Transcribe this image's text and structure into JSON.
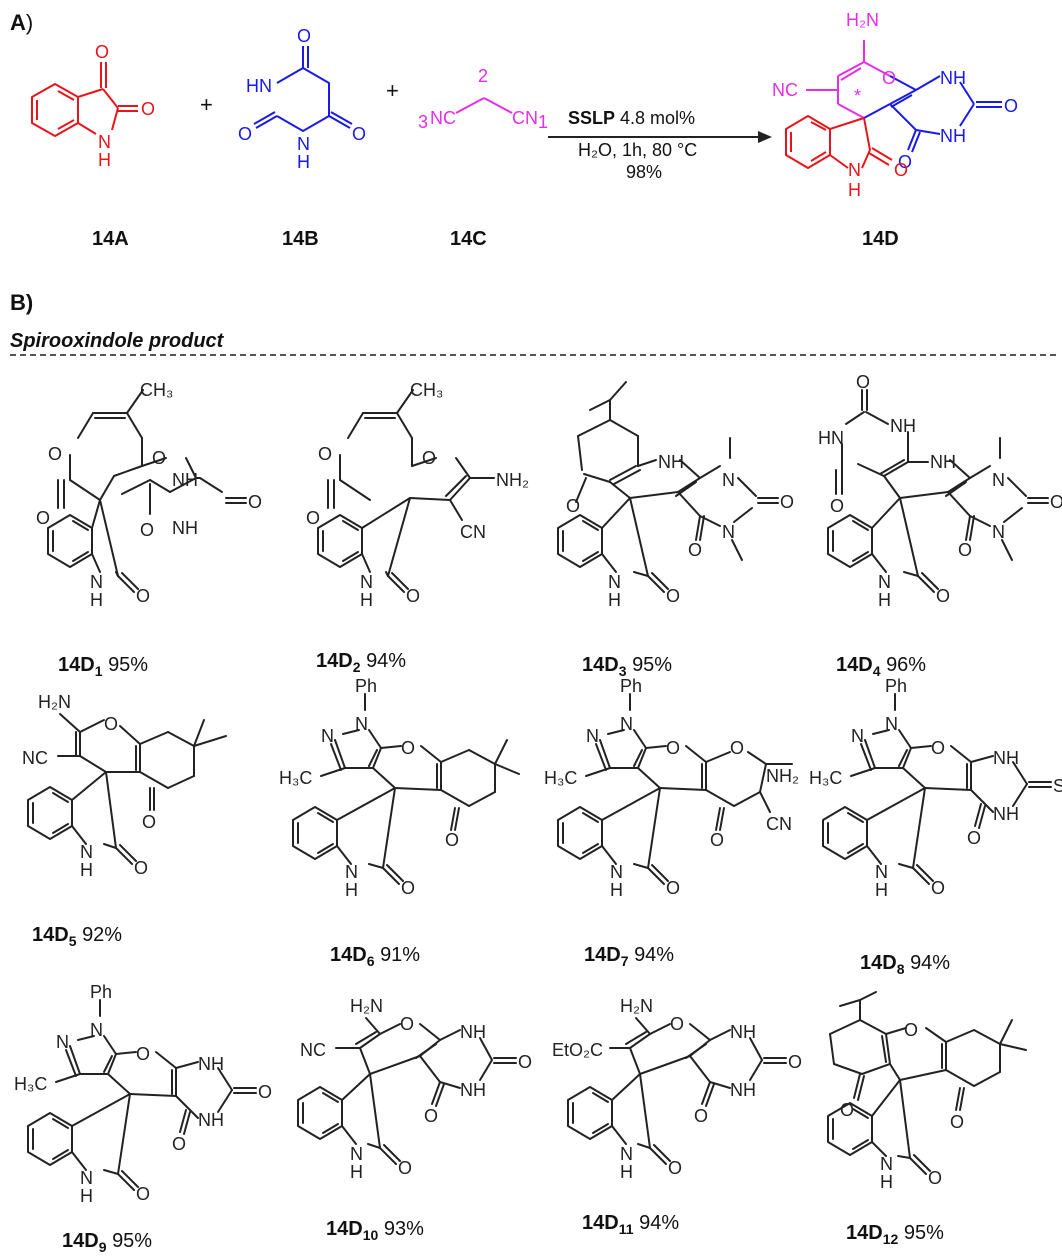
{
  "section_a": {
    "label": "A",
    "paren": ")",
    "reactants": [
      {
        "id": "14A",
        "color": "#e8141b"
      },
      {
        "id": "14B",
        "color": "#1a1ae6"
      },
      {
        "id": "14C",
        "color": "#e62ee6"
      }
    ],
    "plus": "+",
    "malononitrile_atoms": {
      "left_nc": "NC",
      "left_num": "3",
      "center_num": "2",
      "right_cn": "CN",
      "right_num": "1"
    },
    "conditions": {
      "catalyst": "SSLP",
      "loading": " 4.8 mol%",
      "solvent_line": "H₂O, 1h, 80 °C",
      "yield": "98%"
    },
    "product": {
      "id": "14D",
      "stereo_mark": "*"
    }
  },
  "section_b": {
    "label": "B)",
    "subtitle": "Spirooxindole product"
  },
  "atoms": {
    "O": "O",
    "N": "N",
    "H": "H",
    "NH": "NH",
    "HN": "HN",
    "NH2": "NH₂",
    "H2N": "H₂N",
    "CN": "CN",
    "NC": "NC",
    "CH3": "CH₃",
    "H3C": "H₃C",
    "Ph": "Ph",
    "S": "S",
    "EtO2C": "EtO₂C"
  },
  "products": [
    {
      "id": "14D",
      "sub": "1",
      "yield": "95%"
    },
    {
      "id": "14D",
      "sub": "2",
      "yield": "94%"
    },
    {
      "id": "14D",
      "sub": "3",
      "yield": "95%"
    },
    {
      "id": "14D",
      "sub": "4",
      "yield": "96%"
    },
    {
      "id": "14D",
      "sub": "5",
      "yield": "92%"
    },
    {
      "id": "14D",
      "sub": "6",
      "yield": "91%"
    },
    {
      "id": "14D",
      "sub": "7",
      "yield": "94%"
    },
    {
      "id": "14D",
      "sub": "8",
      "yield": "94%"
    },
    {
      "id": "14D",
      "sub": "9",
      "yield": "95%"
    },
    {
      "id": "14D",
      "sub": "10",
      "yield": "93%"
    },
    {
      "id": "14D",
      "sub": "11",
      "yield": "94%"
    },
    {
      "id": "14D",
      "sub": "12",
      "yield": "95%"
    }
  ]
}
